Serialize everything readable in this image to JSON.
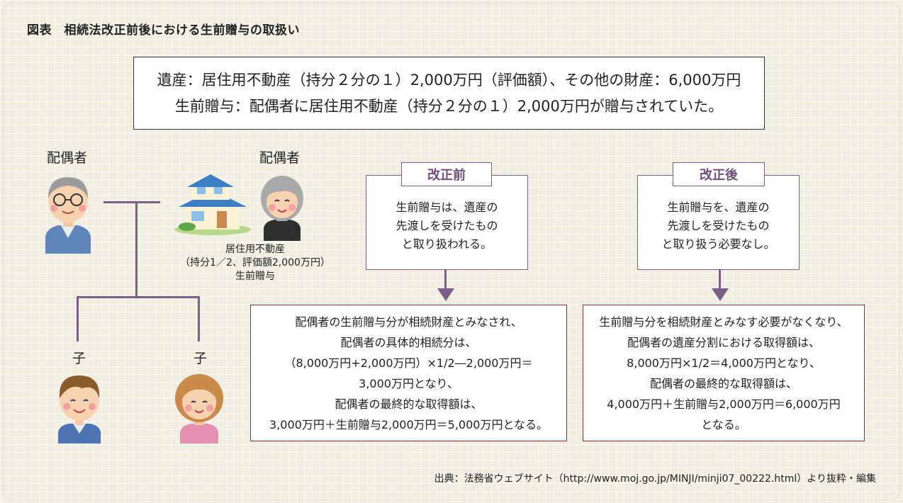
{
  "title": "図表　相続法改正前後における生前贈与の取扱い",
  "premise": {
    "line1": "遺産：居住用不動産（持分２分の１）2,000万円（評価額）、その他の財産：6,000万円",
    "line2": "生前贈与：配偶者に居住用不動産（持分２分の１）2,000万円が贈与されていた。"
  },
  "family": {
    "husband_label": "配偶者",
    "wife_label": "配偶者",
    "child1_label": "子",
    "child2_label": "子",
    "house_caption": {
      "line1": "居住用不動産",
      "line2": "（持分1／2、評価額2,000万円）",
      "line3": "生前贈与"
    }
  },
  "before": {
    "tag": "改正前",
    "note": [
      "生前贈与は、遺産の",
      "先渡しを受けたもの",
      "と取り扱われる。"
    ],
    "result": [
      "配偶者の生前贈与分が相続財産とみなされ、",
      "配偶者の具体的相続分は、",
      "（8,000万円+2,000万円）×1/2―2,000万円＝",
      "3,000万円となり、",
      "配偶者の最終的な取得額は、",
      "3,000万円＋生前贈与2,000万円＝5,000万円となる。"
    ]
  },
  "after": {
    "tag": "改正後",
    "note": [
      "生前贈与を、遺産の",
      "先渡しを受けたもの",
      "と取り扱う必要なし。"
    ],
    "result": [
      "生前贈与分を相続財産とみなす必要がなくなり、",
      "配偶者の遺産分割における取得額は、",
      "8,000万円×1/2＝4,000万円となり、",
      "配偶者の最終的な取得額は、",
      "4,000万円＋生前贈与2,000万円＝6,000万円",
      "となる。"
    ]
  },
  "source": "出典：法務省ウェブサイト（http://www.moj.go.jp/MINJI/minji07_00222.html）より抜粋・編集",
  "colors": {
    "tree_line": "#7d5d89",
    "tag_text": "#6f4e7d",
    "result_border": "#8a2f3a",
    "background": "#efeee0"
  }
}
